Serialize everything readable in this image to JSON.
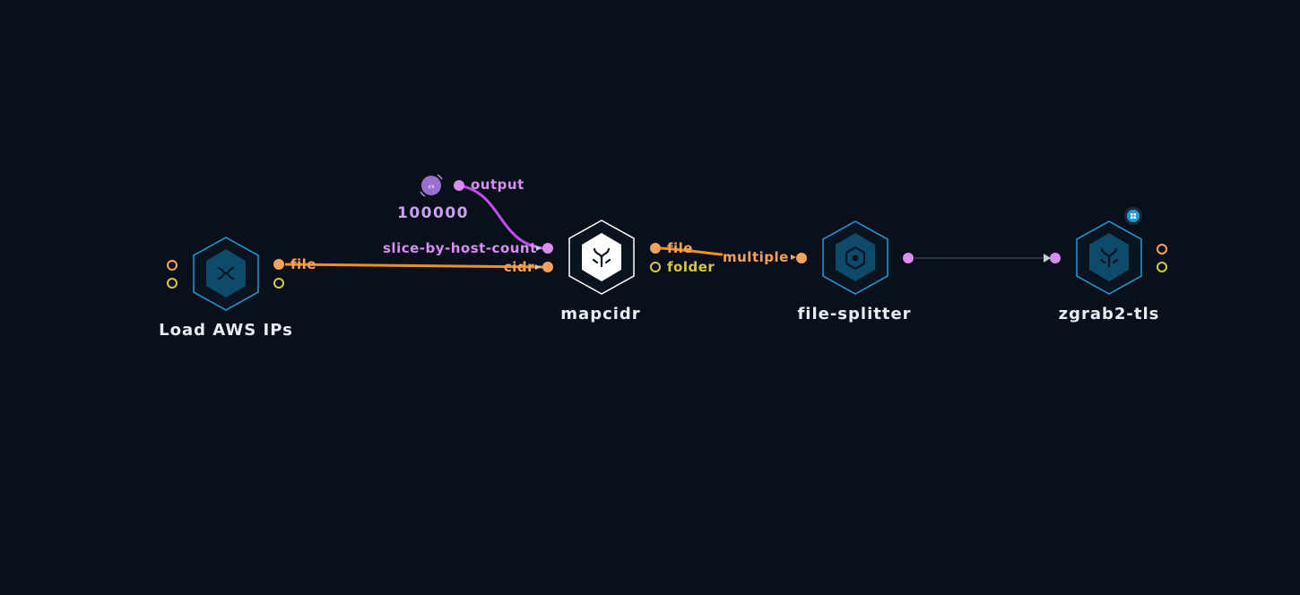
{
  "nodes": [
    {
      "name": "Load AWS IPs"
    },
    {
      "name": "mapcidr"
    },
    {
      "name": "file-splitter"
    },
    {
      "name": "zgrab2-tls"
    }
  ],
  "value_node": {
    "value": "100000",
    "output_label": "output"
  },
  "ports": {
    "load_file": "file",
    "mapcidr_in_slice": "slice-by-host-count",
    "mapcidr_in_cidr": "cidr",
    "mapcidr_out_file": "file",
    "mapcidr_out_folder": "folder",
    "splitter_in_multiple": "multiple"
  },
  "colors": {
    "background": "#0a101b",
    "file_port": "#f5a25d",
    "folder_port": "#d6c93a",
    "value_port": "#d88ef0",
    "node_border": "#1f9bd6",
    "node_fill": "#0e4a6a",
    "active_node_fill": "#ffffff"
  }
}
